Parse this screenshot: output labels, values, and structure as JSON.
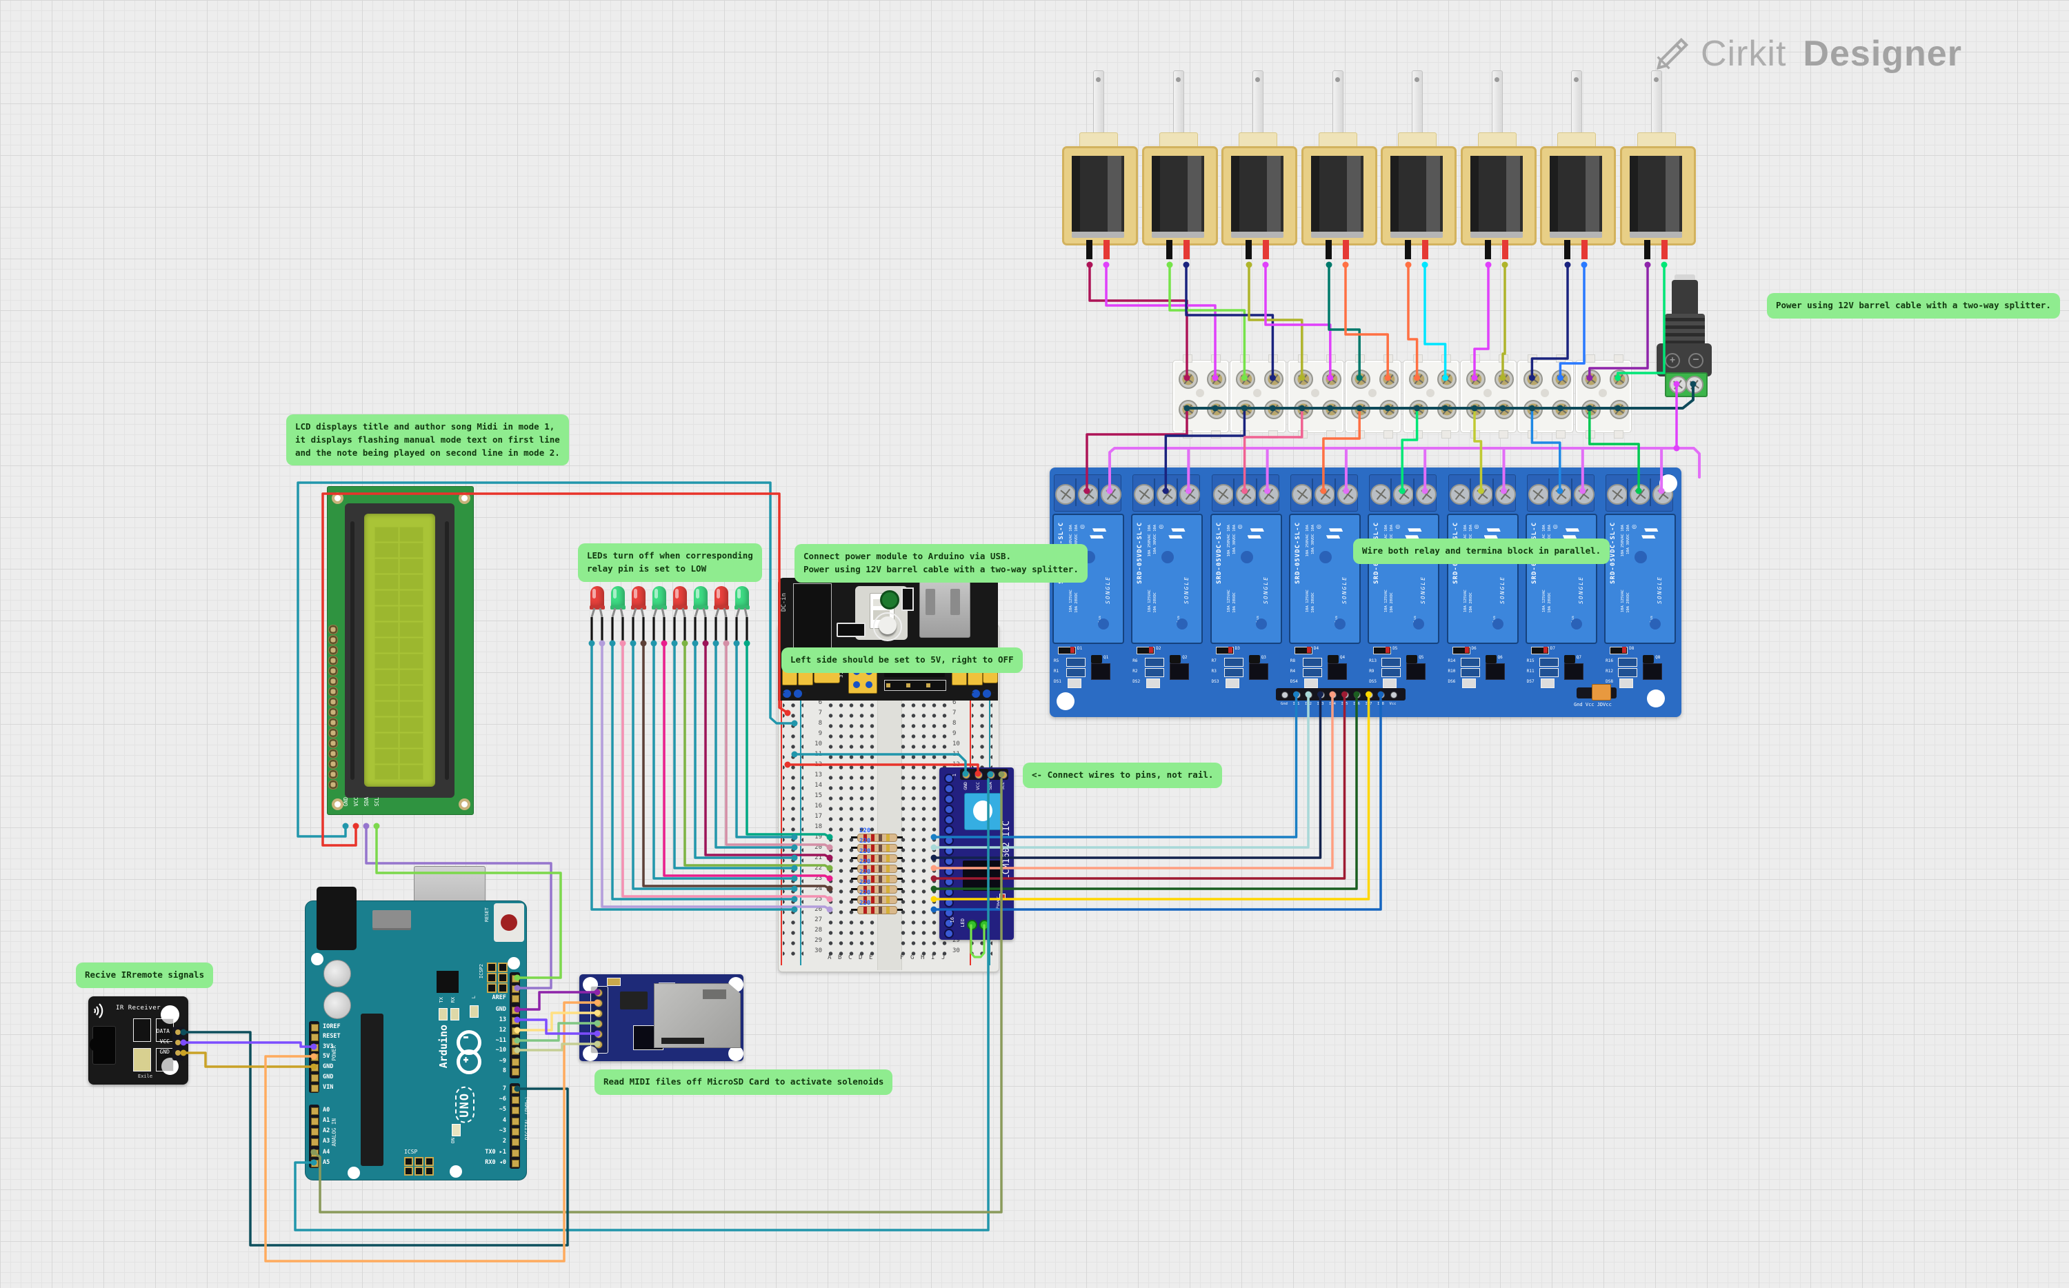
{
  "logo": {
    "icon": "pen-icon",
    "light": "Cirkit",
    "bold": "Designer"
  },
  "annotations": [
    {
      "id": "lcd",
      "text": "LCD displays title and author song Midi in mode 1,\nit displays flashing manual mode text on first line\nand the note being played on second line in mode 2."
    },
    {
      "id": "leds",
      "text": "LEDs turn off when corresponding\nrelay pin is set to LOW"
    },
    {
      "id": "power-usb",
      "text": "Connect power module to Arduino via USB.\nPower using 12V barrel cable with a two-way splitter."
    },
    {
      "id": "relay-parallel",
      "text": "Wire both relay and termina block in parallel."
    },
    {
      "id": "barrel",
      "text": "Power using 12V barrel cable with a two-way splitter."
    },
    {
      "id": "power-switch",
      "text": "Left side should be set to 5V, right to OFF"
    },
    {
      "id": "pins-not-rail",
      "text": "<- Connect wires to pins, not rail."
    },
    {
      "id": "ir",
      "text": "Recive IRremote signals"
    },
    {
      "id": "sd",
      "text": "Read MIDI files off MicroSD Card to activate solenoids"
    }
  ],
  "relay": {
    "name": "SRD-05VDC-SL-C",
    "brand": "SONGLE",
    "rating1": "10A 250VAC 10A",
    "rating2": "10A 30VDC  10A",
    "rating3": "10A 125VAC",
    "rating4": "10A 28VDC",
    "ul": "cULus",
    "header": [
      "Gnd",
      "In1",
      "In2",
      "In3",
      "In4",
      "In5",
      "In6",
      "In7",
      "In8",
      "Vcc"
    ],
    "corner_label": "Gnd Vcc JDVcc",
    "d": [
      "D1",
      "D2",
      "D3",
      "D4",
      "D5",
      "D6",
      "D7",
      "D8"
    ],
    "q": [
      "Q1",
      "Q2",
      "Q3",
      "Q4",
      "Q5",
      "Q6",
      "Q7",
      "Q8"
    ],
    "r_top": [
      "R5",
      "R6",
      "R7",
      "R8",
      "R13",
      "R14",
      "R15",
      "R16"
    ],
    "r_bot": [
      "R1",
      "R2",
      "R3",
      "R4",
      "R9",
      "R10",
      "R11",
      "R12"
    ],
    "ds": [
      "DS1",
      "DS2",
      "DS3",
      "DS4",
      "DS5",
      "DS6",
      "DS7",
      "DS8"
    ]
  },
  "lcd": {
    "pins": [
      "GND",
      "VCC",
      "SDA",
      "SCL"
    ]
  },
  "lcm": {
    "pins": [
      "GND",
      "VCC",
      "SDA",
      "SCL"
    ],
    "title": "LCM1602 IIC",
    "led_label": "LED",
    "pin1": "1",
    "pin16": "16",
    "power_label": "Power"
  },
  "power_module": {
    "dc_label": "DC-in",
    "v33": "3.3V",
    "plus": "+",
    "minus": "-"
  },
  "breadboard": {
    "letters_left": [
      "A",
      "B",
      "C",
      "D",
      "E"
    ],
    "letters_right": [
      "F",
      "G",
      "H",
      "I",
      "J"
    ],
    "row_first": 6,
    "row_last": 30,
    "resistor_label": "220 Ω"
  },
  "arduino": {
    "digital_top": [
      "AREF",
      "GND",
      "13",
      "12",
      "~11",
      "~10",
      "~9",
      "8"
    ],
    "digital_bottom": [
      "7",
      "~6",
      "~5",
      "4",
      "~3",
      "2",
      "TX0 ▸1",
      "RX0 ◂0"
    ],
    "power_pins": [
      "IOREF",
      "RESET",
      "3V3",
      "5V",
      "GND",
      "GND",
      "VIN"
    ],
    "analog_pins": [
      "A0",
      "A1",
      "A2",
      "A3",
      "A4",
      "A5"
    ],
    "labels": {
      "power": "POWER",
      "analog": "ANALOG IN",
      "digital": "DIGITAL (PWM=)",
      "icsp": "ICSP",
      "icsp2": "ICSP2",
      "reset": "RESET",
      "on": "ON",
      "board": "UNO",
      "brand": "Arduino",
      "tx": "TX",
      "rx": "RX",
      "l": "L"
    }
  },
  "ir": {
    "title": "IR Receiver",
    "pins": [
      "DATA",
      "VCC",
      "GND"
    ],
    "footer": "Exile"
  },
  "colors": {
    "annotation_bg": "#8fec8f",
    "annotation_text": "#11380f",
    "relay_board": "#2b6cc4",
    "relay_block": "#3c86dc",
    "arduino_board": "#1a7f8e",
    "lcd_pcb": "#2f9340",
    "lcd_screen": "#a9c437",
    "sd_pcb": "#1e2a78",
    "ir_pcb": "#191919",
    "power_module": "#181818",
    "breadboard": "#e9e9e6",
    "lcm_module": "#232080",
    "solenoid": "#e8cf86",
    "terminal": "#f4f4f1",
    "jack": "#3c3c3c",
    "jack_terminal": "#3cb54a"
  },
  "wires": {
    "common_teal": "#2196ab",
    "dark_teal_bus": "#0e4a5a",
    "violet_bus": "#e26ef7",
    "jack_plus": "#e040fb",
    "rail_red": "#e8332a",
    "solenoid_pairs": [
      [
        "#ad1457",
        "#e040fb"
      ],
      [
        "#76e34a",
        "#1a237e"
      ],
      [
        "#afb42b",
        "#e040fb"
      ],
      [
        "#00796b",
        "#ff7043"
      ],
      [
        "#ff7043",
        "#00e5ff"
      ],
      [
        "#e040fb",
        "#afb42b"
      ],
      [
        "#1a237e",
        "#2979ff"
      ],
      [
        "#8e24aa",
        "#00e676"
      ]
    ],
    "relay_mid_drops": [
      "#ad1457",
      "#1a237e",
      "#f06292",
      "#ff7043",
      "#00e676",
      "#c0ca33",
      "#1e88e5",
      "#00c853"
    ],
    "relay_in": [
      "#1a7fc4",
      "#a8d8d8",
      "#13224d",
      "#ff9e80",
      "#9e1b32",
      "#1b5e20",
      "#ffd600",
      "#1565c0"
    ],
    "led_anode": [
      "#b39ddb",
      "#f48fb1",
      "#5d4037",
      "#e91e8c",
      "#7cb342",
      "#9c1458",
      "#d48fa6",
      "#00a884"
    ],
    "led_body": [
      "#e8413c",
      "#3ddc84"
    ],
    "i2c_sda": "#2196ab",
    "i2c_scl": "#8a9a5b",
    "ir_data": "#0d4f5c",
    "ir_vcc": "#7c4dff",
    "ir_gnd": "#c9a227",
    "five_v": "#ffab5e",
    "lcd_gnd": "#2196ab",
    "lcd_vcc": "#e8332a",
    "lcd_sda": "#9575cd",
    "lcd_scl": "#7cd84c",
    "sd": [
      "#8e24aa",
      "#ffab5e",
      "#ffe082",
      "#81c784",
      "#7c4dff",
      "#c5ce93"
    ],
    "jumper_green": "#76e34a"
  }
}
